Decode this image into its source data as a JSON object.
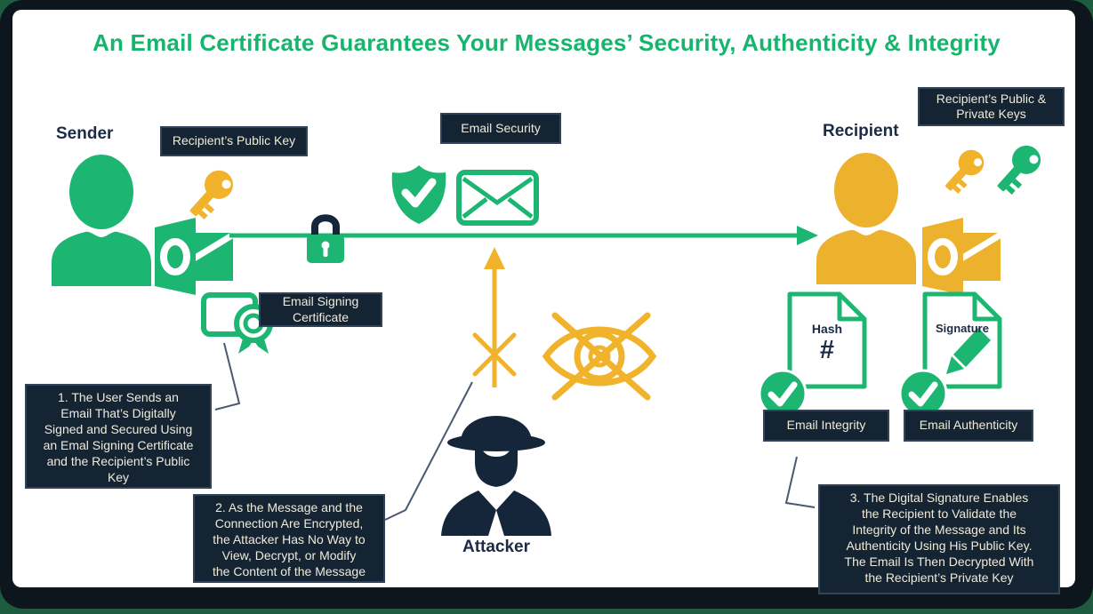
{
  "title": "An Email Certificate Guarantees Your Messages’ Security, Authenticity & Integrity",
  "colors": {
    "accent_green": "#1db572",
    "accent_yellow": "#f0b32b",
    "label_bg_navy": "#152433",
    "label_text_cream": "#f0ead8",
    "actor_text_navy": "#1c2b45",
    "frame_dark": "#0e161d",
    "frame_outer_green": "#1e5c40"
  },
  "actors": {
    "sender": "Sender",
    "recipient": "Recipient",
    "attacker": "Attacker"
  },
  "labels": {
    "recipients_public_key": "Recipient’s Public Key",
    "email_security": "Email Security",
    "recipients_public_private_keys": "Recipient’s Public &\nPrivate Keys",
    "email_signing_certificate": "Email Signing\nCertificate",
    "email_integrity": "Email Integrity",
    "email_authenticity": "Email Authenticity"
  },
  "documents": {
    "hash_title": "Hash",
    "hash_symbol": "#",
    "signature_title": "Signature"
  },
  "notes": {
    "step1": "1. The User Sends an\nEmail That’s Digitally\nSigned and Secured Using\nan Emal Signing Certificate\nand the Recipient’s Public\nKey",
    "step2": "2. As the Message and the\nConnection Are Encrypted,\nthe Attacker Has No Way to\nView, Decrypt, or Modify\nthe Content of the Message",
    "step3": "3. The Digital Signature Enables\nthe Recipient to Validate the\nIntegrity of the Message and Its\nAuthenticity Using His Public Key.\nThe Email Is Then Decrypted With\nthe Recipient’s Private Key"
  }
}
